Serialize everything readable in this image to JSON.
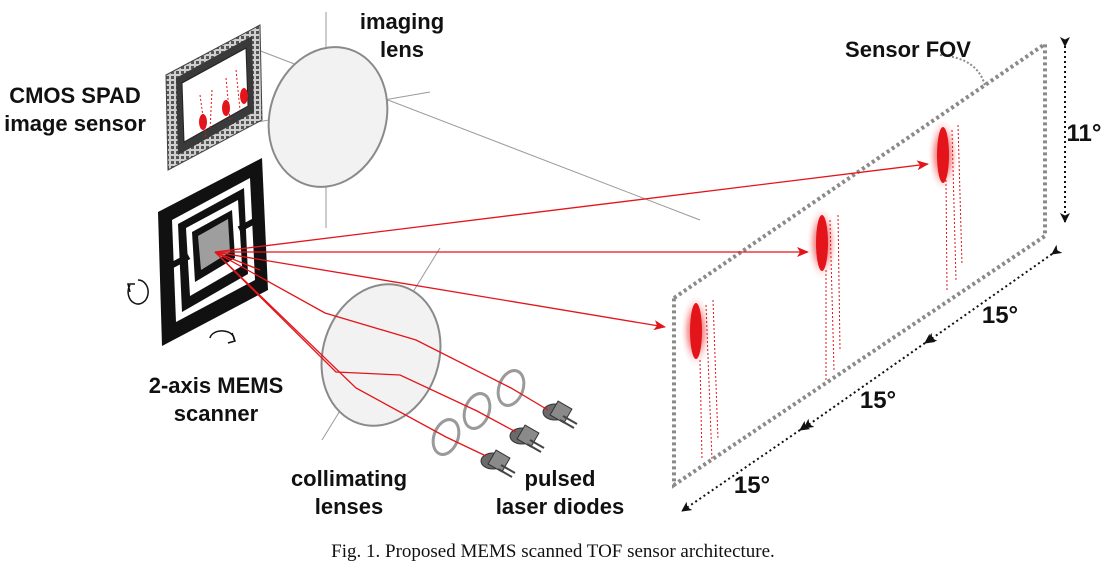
{
  "labels": {
    "sensor": [
      "CMOS SPAD",
      "image sensor"
    ],
    "imaging_lens": [
      "imaging",
      "lens"
    ],
    "sensor_fov": "Sensor FOV",
    "vertical_fov": "11°",
    "horizontal_fov": [
      "15°",
      "15°",
      "15°"
    ],
    "mems": [
      "2-axis MEMS",
      "scanner"
    ],
    "collimating": [
      "collimating",
      "lenses"
    ],
    "diodes": [
      "pulsed",
      "laser diodes"
    ]
  },
  "caption": "Fig. 1. Proposed MEMS scanned TOF sensor architecture.",
  "colors": {
    "laser": "#e3151a",
    "lens": "#9a9a9a",
    "frame": "#8a8a8a",
    "ink": "#111111"
  }
}
